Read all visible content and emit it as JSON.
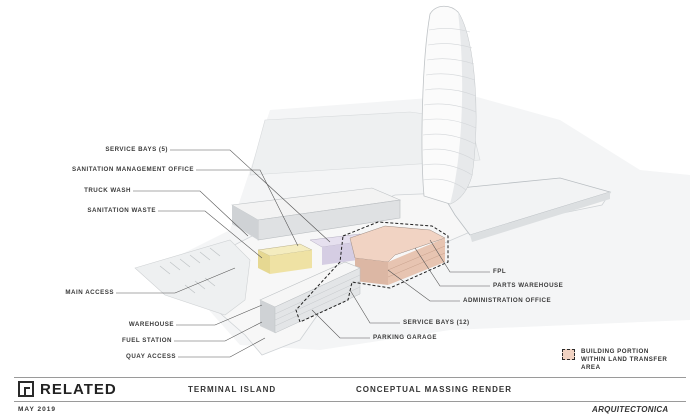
{
  "labels_left": {
    "service_bays_5": "SERVICE BAYS (5)",
    "sanitation_management_office": "SANITATION MANAGEMENT OFFICE",
    "truck_wash": "TRUCK WASH",
    "sanitation_waste": "SANITATION WASTE",
    "main_access": "MAIN ACCESS",
    "warehouse": "WAREHOUSE",
    "fuel_station": "FUEL STATION",
    "quay_access": "QUAY ACCESS"
  },
  "labels_right": {
    "fpl": "FPL",
    "parts_warehouse": "PARTS WAREHOUSE",
    "administration_office": "ADMINISTRATION OFFICE",
    "service_bays_12": "SERVICE BAYS (12)",
    "parking_garage": "PARKING GARAGE"
  },
  "legend": {
    "text": "BUILDING PORTION WITHIN LAND TRANSFER AREA",
    "swatch_color": "#f1d3c3"
  },
  "footer": {
    "brand": "RELATED",
    "date": "MAY 2019",
    "project": "TERMINAL ISLAND",
    "title": "CONCEPTUAL MASSING RENDER",
    "architect": "ARQUITECTONICA"
  }
}
